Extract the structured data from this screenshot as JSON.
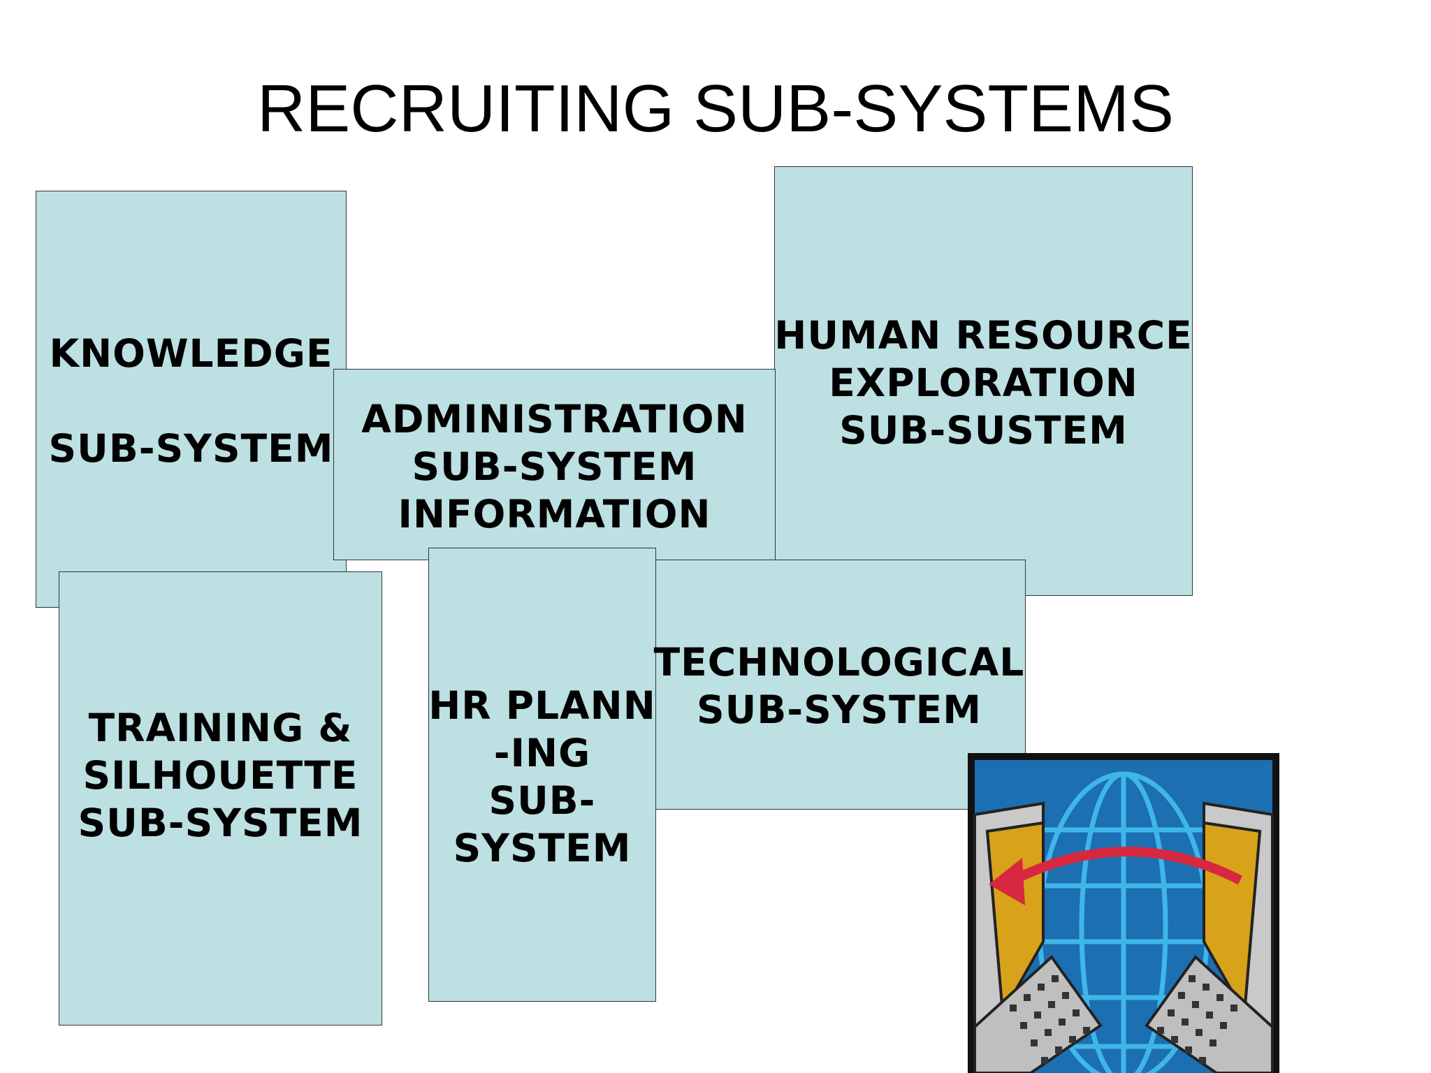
{
  "slide": {
    "title": "RECRUITING SUB-SYSTEMS"
  },
  "boxes": {
    "knowledge": {
      "line1": "KNOWLEDGE",
      "line2": "SUB-SYSTEM"
    },
    "administration": {
      "line1": "ADMINISTRATION",
      "line2": "SUB-SYSTEM",
      "line3": "INFORMATION"
    },
    "human_resource": {
      "line1": "HUMAN RESOURCE",
      "line2": "EXPLORATION",
      "line3": "SUB-SUSTEM"
    },
    "training": {
      "line1": "TRAINING &",
      "line2": "SILHOUETTE",
      "line3": "SUB-SYSTEM"
    },
    "hr_planning": {
      "line1": "HR PLANN",
      "line2": "-ING",
      "line3": "SUB-",
      "line4": "SYSTEM"
    },
    "technological": {
      "line1": "TECHNOLOGICAL",
      "line2": "SUB-SYSTEM"
    }
  },
  "clipart": {
    "icon": "computers-globe-exchange-icon"
  },
  "colors": {
    "box_fill": "#bde0e2",
    "box_border": "#333333",
    "clipart_frame": "#111111",
    "clipart_sky": "#1c6fb0",
    "clipart_gold": "#d9a21b",
    "clipart_arrow": "#d8283f"
  }
}
